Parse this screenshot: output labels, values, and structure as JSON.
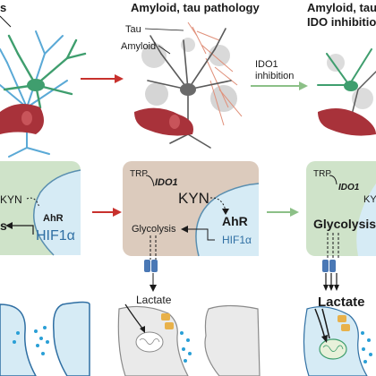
{
  "header": {
    "left_partial": "s",
    "middle": "Amyloid, tau pathology",
    "right_line1": "Amyloid, tau p",
    "right_line2": "IDO inhibition"
  },
  "middle_neuron": {
    "tau_label": "Tau",
    "amyloid_label": "Amyloid"
  },
  "arrow_label": {
    "line1": "IDO1",
    "line2": "inhibition"
  },
  "left_panel": {
    "kyn": "KYN",
    "ahr": "AhR",
    "hif": "HIF1α",
    "partial": "s"
  },
  "middle_panel": {
    "trp": "TRP",
    "ido1": "IDO1",
    "kyn": "KYN",
    "glycolysis": "Glycolysis",
    "ahr": "AhR",
    "hif": "HIF1α"
  },
  "right_panel": {
    "trp": "TRP",
    "ido1": "IDO1",
    "kyn": "KY",
    "glycolysis": "Glycolysis"
  },
  "lactate": {
    "middle": "Lactate",
    "right": "Lactate"
  },
  "colors": {
    "green_panel": "#cfe3c9",
    "tan_panel": "#dccbbd",
    "blue_cell": "#d6ebf5",
    "red_arrow": "#c8312d",
    "green_arrow": "#8cc087",
    "vessel": "#a8323a",
    "neuron_green": "#3f9e6e",
    "neuron_blue": "#5aa9d6"
  }
}
